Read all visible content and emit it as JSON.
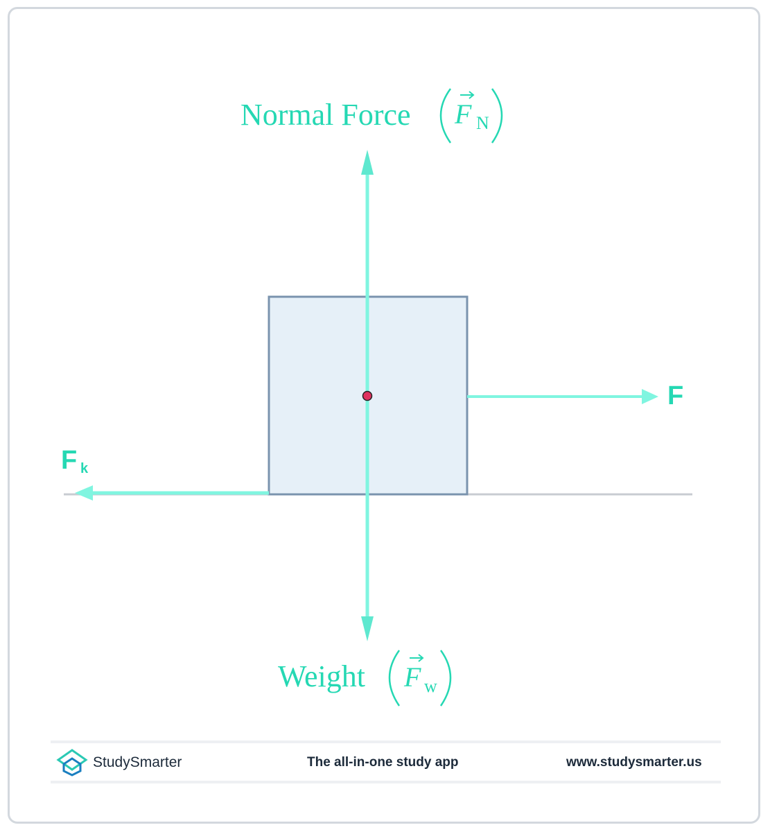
{
  "diagram": {
    "normal_force_label": "Normal Force",
    "normal_force_symbol": "F",
    "normal_force_subscript": "N",
    "weight_label": "Weight",
    "weight_symbol": "F",
    "weight_subscript": "w",
    "applied_force_label": "F",
    "friction_label": "F",
    "friction_subscript": "k",
    "colors": {
      "label": "#25d8b3",
      "arrow": "#80f5e0",
      "block_fill": "#e6f0f8",
      "block_stroke": "#7a93ae",
      "center_dot": "#e0325f",
      "ground": "#c8ccd2"
    }
  },
  "footer": {
    "brand": "StudySmarter",
    "tagline": "The all-in-one study app",
    "url": "www.studysmarter.us"
  }
}
